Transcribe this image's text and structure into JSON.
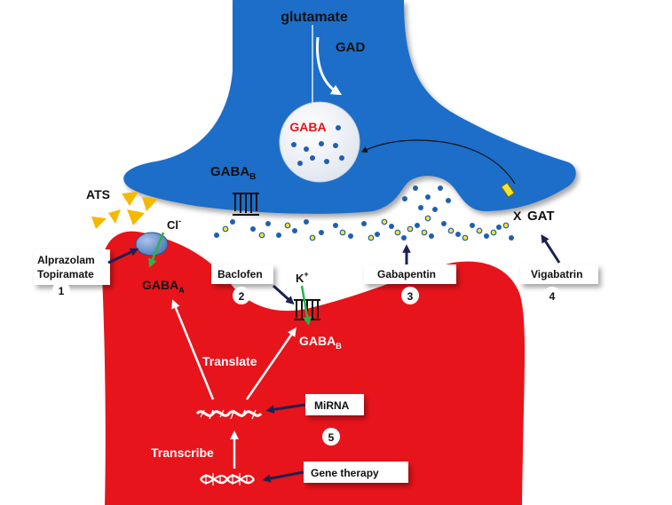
{
  "presynaptic": {
    "glutamate": "glutamate",
    "gad": "GAD",
    "gaba_vesicle": "GABA",
    "gabab_receptor": {
      "base": "GABA",
      "sub": "B"
    },
    "gat": "GAT",
    "block_mark": "X"
  },
  "cleft": {
    "ats": "ATS",
    "chloride": {
      "base": "Cl",
      "sup": "-"
    },
    "potassium": {
      "base": "K",
      "sup": "+"
    }
  },
  "postsynaptic": {
    "gabaa_receptor": {
      "base": "GABA",
      "sub": "A"
    },
    "gabab_receptor": {
      "base": "GABA",
      "sub": "B"
    },
    "translate": "Translate",
    "transcribe": "Transcribe"
  },
  "drugs": {
    "alprazolam": "Alprazolam",
    "topiramate": "Topiramate",
    "baclofen": "Baclofen",
    "gabapentin": "Gabapentin",
    "vigabatrin": "Vigabatrin",
    "mirna": "MiRNA",
    "gene_therapy": "Gene therapy"
  },
  "sites": [
    "1",
    "2",
    "3",
    "4",
    "5"
  ],
  "colors": {
    "presynaptic": "#1f6ec9",
    "postsynaptic": "#e8141b",
    "gaba_text": "#e8141b",
    "ats_triangle": "#f5b800",
    "ion_arrow": "#2ab34a",
    "drug_arrow": "#1c2150",
    "gat_marker": "#f4e234"
  }
}
